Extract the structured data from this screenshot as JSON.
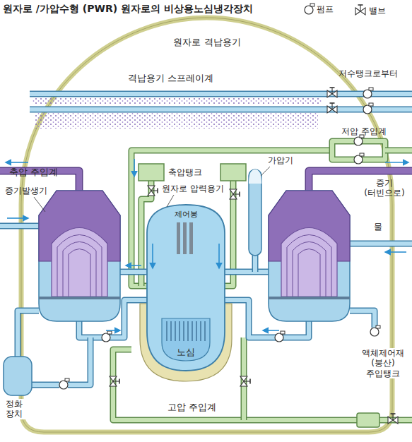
{
  "diagram": {
    "title": "원자로 /가압수형 (PWR) 원자로의 비상용노심냉각장치",
    "nodes": [
      {
        "text": [
          "원자로 격납용기"
        ]
      },
      {
        "text": [
          "노심"
        ],
        "in": 0
      }
    ],
    "labels": [
      "격납용기 스프레이계",
      "저수탱크로부터",
      "축압 주입계",
      "축압탱크",
      "가압기",
      "저압 주입계",
      "증기발생기",
      "원자로 압력용기",
      "제어봉",
      "증기 (터빈으로)",
      "물",
      "액체제어재 (붕산) 주입탱크",
      "정화 장치",
      "고압 주입계"
    ],
    "legend": [
      {
        "text": "펌프"
      },
      {
        "text": "밸브"
      }
    ]
  }
}
